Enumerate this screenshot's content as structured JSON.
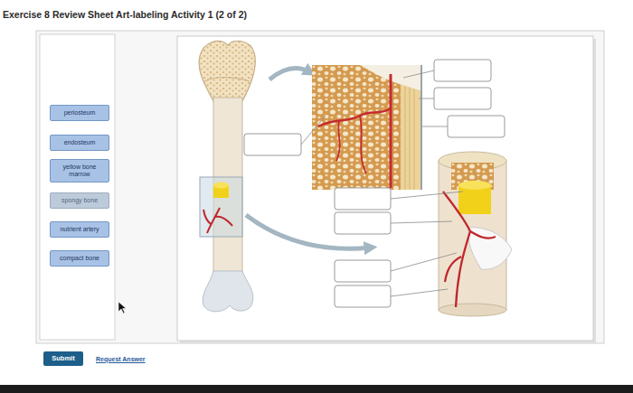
{
  "diagram": {
    "title": "Exercise 8 Review Sheet Art-labeling Activity 1 (2 of 2)",
    "nodes": [
      {
        "text": [
          "periosteum"
        ]
      },
      {
        "text": [
          "endosteum"
        ]
      },
      {
        "text": [
          "yellow bone marrow"
        ]
      },
      {
        "text": [
          "spongy bone"
        ]
      },
      {
        "text": [
          "nutrient artery"
        ]
      },
      {
        "text": [
          "compact bone"
        ]
      },
      {
        "text": [
          "Submit"
        ]
      }
    ],
    "labels": [
      "Request Answer"
    ]
  }
}
